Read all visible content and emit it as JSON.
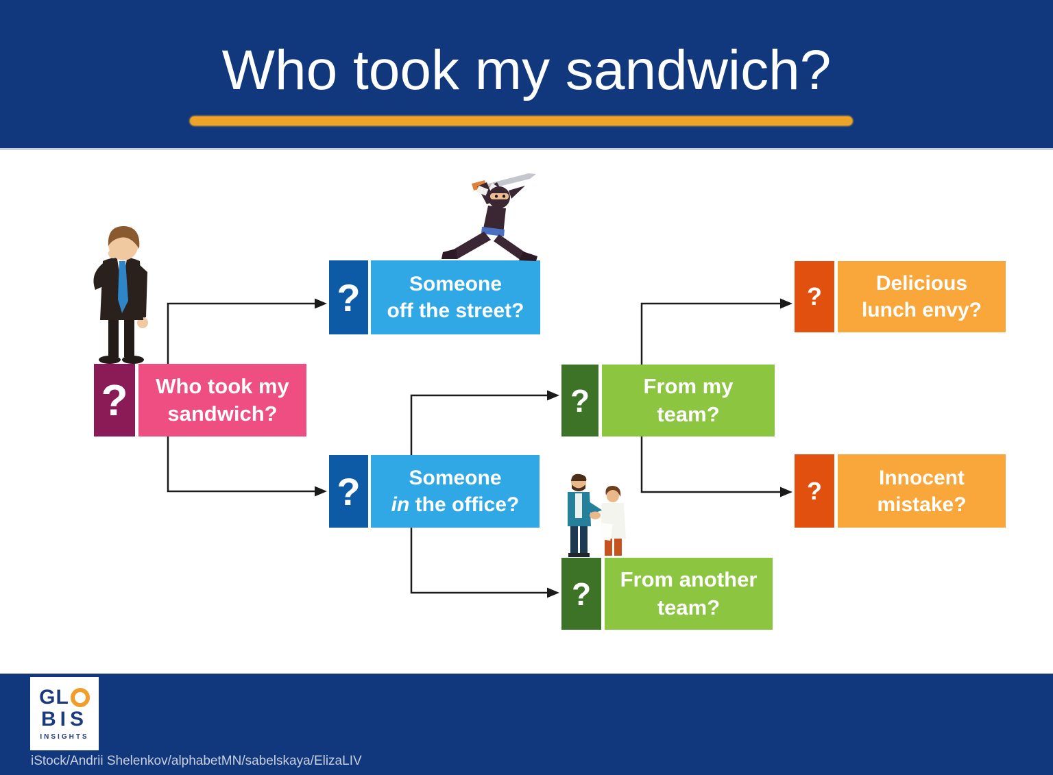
{
  "header": {
    "title": "Who took my sandwich?",
    "banner_color": "#11387d",
    "underline_color": "#eda428"
  },
  "flowchart": {
    "nodes": [
      {
        "id": "root-question",
        "q": "?",
        "line1": "Who took my",
        "line2": "sandwich?",
        "q_color": "#8a1b57",
        "box_color": "#ee4e81"
      },
      {
        "id": "someone-off-street",
        "q": "?",
        "line1": "Someone",
        "line2": "off the street?",
        "q_color": "#0d5ba6",
        "box_color": "#31a8e6"
      },
      {
        "id": "someone-in-office",
        "q": "?",
        "line1": "Someone",
        "line2_italic": "in",
        "line2_rest": " the office?",
        "q_color": "#0d5ba6",
        "box_color": "#31a8e6"
      },
      {
        "id": "from-my-team",
        "q": "?",
        "line1": "From my",
        "line2": "team?",
        "q_color": "#3c7326",
        "box_color": "#8cc540"
      },
      {
        "id": "from-another-team",
        "q": "?",
        "line1": "From another",
        "line2": "team?",
        "q_color": "#3c7326",
        "box_color": "#8cc540"
      },
      {
        "id": "delicious-lunch-envy",
        "q": "?",
        "line1": "Delicious",
        "line2": "lunch envy?",
        "q_color": "#e25010",
        "box_color": "#f9a73b"
      },
      {
        "id": "innocent-mistake",
        "q": "?",
        "line1": "Innocent",
        "line2": "mistake?",
        "q_color": "#e25010",
        "box_color": "#f9a73b"
      }
    ],
    "edges": [
      {
        "from": "root-question",
        "to": "someone-off-street"
      },
      {
        "from": "root-question",
        "to": "someone-in-office"
      },
      {
        "from": "someone-in-office",
        "to": "from-my-team"
      },
      {
        "from": "someone-in-office",
        "to": "from-another-team"
      },
      {
        "from": "from-my-team",
        "to": "delicious-lunch-envy"
      },
      {
        "from": "from-my-team",
        "to": "innocent-mistake"
      }
    ],
    "illustrations": [
      "sad-businessman",
      "ninja-with-sword",
      "colleagues-handshake"
    ],
    "arrow_color": "#1a1a1a"
  },
  "footer": {
    "logo": {
      "gl": "GL",
      "o": "O",
      "bis": "BIS",
      "insights": "INSIGHTS"
    },
    "credits": "iStock/Andrii Shelenkov/alphabetMN/sabelskaya/ElizaLIV"
  }
}
